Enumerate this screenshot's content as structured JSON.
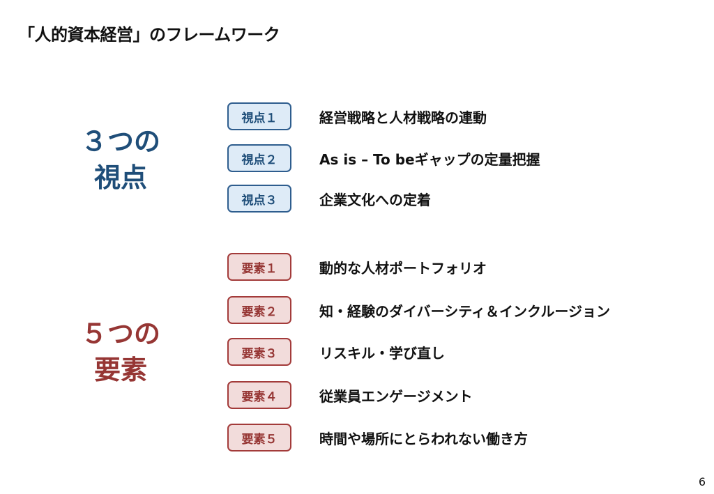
{
  "title": "「人的資本経営」のフレームワーク",
  "perspectives": {
    "heading_line1": "３つの",
    "heading_line2": "視点",
    "items": [
      {
        "badge": "視点１",
        "text": "経営戦略と人材戦略の連動"
      },
      {
        "badge": "視点２",
        "text": "As is – To beギャップの定量把握"
      },
      {
        "badge": "視点３",
        "text": "企業文化への定着"
      }
    ]
  },
  "elements": {
    "heading_line1": "５つの",
    "heading_line2": "要素",
    "items": [
      {
        "badge": "要素１",
        "text": "動的な人材ポートフォリオ"
      },
      {
        "badge": "要素２",
        "text": "知・経験のダイバーシティ＆インクルージョン"
      },
      {
        "badge": "要素３",
        "text": "リスキル・学び直し"
      },
      {
        "badge": "要素４",
        "text": "従業員エンゲージメント"
      },
      {
        "badge": "要素５",
        "text": "時間や場所にとらわれない働き方"
      }
    ]
  },
  "page_number": "6",
  "colors": {
    "blue": "#1f4e79",
    "blue_fill": "#deebf7",
    "red": "#963634",
    "red_fill": "#f2dcdb"
  }
}
